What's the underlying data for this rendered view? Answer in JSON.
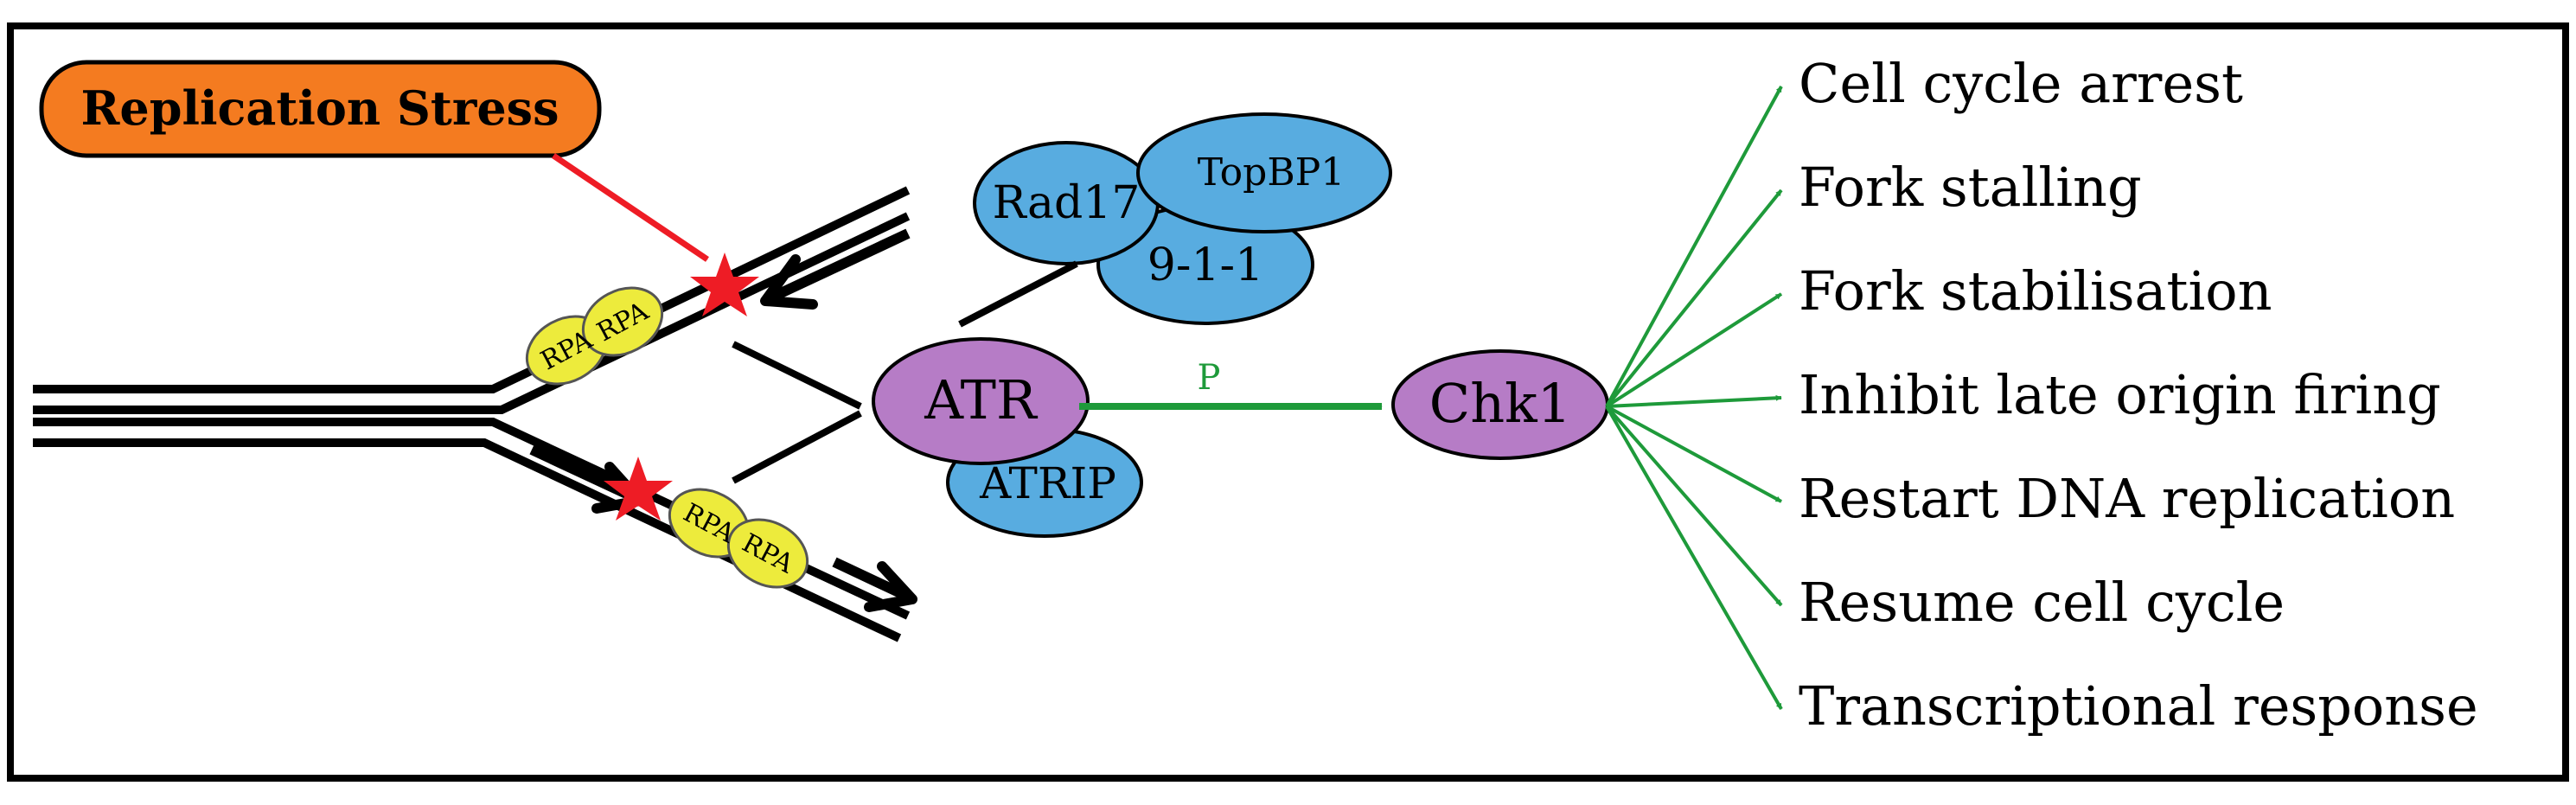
{
  "stress": {
    "label": "Replication Stress"
  },
  "proteins": {
    "rpa_top_left": "RPA",
    "rpa_top_right": "RPA",
    "rpa_bottom_left": "RPA",
    "rpa_bottom_right": "RPA",
    "rad17": "Rad17",
    "topbp1": "TopBP1",
    "nine_one_one": "9-1-1",
    "atr": "ATR",
    "atrip": "ATRIP",
    "chk1": "Chk1"
  },
  "phosphorylation_label": "P",
  "responses": [
    "Cell cycle arrest",
    "Fork stalling",
    "Fork stabilisation",
    "Inhibit late origin firing",
    "Restart DNA replication",
    "Resume cell cycle",
    "Transcriptional response"
  ],
  "colors": {
    "stress_fill": "#F47B20",
    "rpa_fill": "#EDEB3C",
    "blue_fill": "#58ACE0",
    "purple_fill": "#B67CC6",
    "damage_star": "#EE1C25",
    "stress_arrow": "#EE1C25",
    "green_arrow": "#1E9A3A",
    "black": "#000000"
  }
}
